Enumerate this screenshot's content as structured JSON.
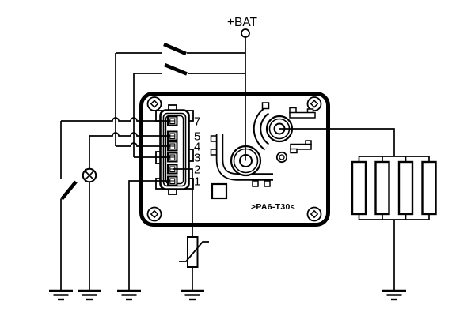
{
  "diagram": {
    "battery_terminal_label": "+BAT",
    "relay_marking": ">PA6-T30<",
    "connector_pin_labels": [
      "7",
      "5",
      "4",
      "3",
      "2",
      "1"
    ],
    "counts": {
      "glow_plugs": 4,
      "ground_symbols": 5,
      "switches": 3,
      "labeled_pins": 6
    },
    "colors": {
      "line": "#000000",
      "background": "#ffffff"
    }
  }
}
